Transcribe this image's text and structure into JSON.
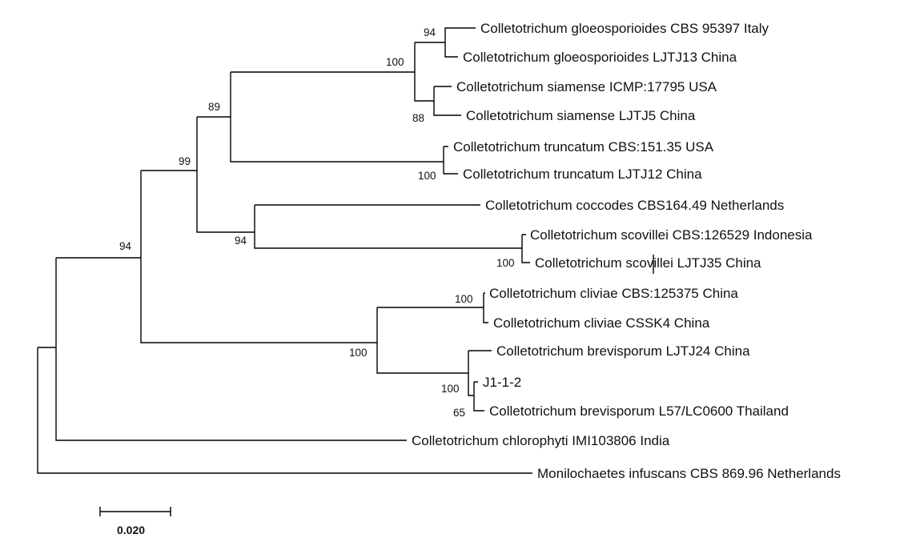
{
  "tree": {
    "taxa": {
      "gloeo_italy": "Colletotrichum gloeosporioides CBS 95397 Italy",
      "gloeo_china": "Colletotrichum gloeosporioides LJTJ13 China",
      "siam_usa": "Colletotrichum siamense ICMP:17795 USA",
      "siam_china": "Colletotrichum siamense LJTJ5 China",
      "trunc_usa": "Colletotrichum truncatum CBS:151.35 USA",
      "trunc_china": "Colletotrichum truncatum LJTJ12 China",
      "coccodes": "Colletotrichum coccodes CBS164.49 Netherlands",
      "scov_indo": "Colletotrichum scovillei CBS:126529 Indonesia",
      "scov_china": "Colletotrichum scovillei LJTJ35 China",
      "cliv_cbs": "Colletotrichum cliviae CBS:125375 China",
      "cliv_cssk": "Colletotrichum cliviae CSSK4 China",
      "brev_china": "Colletotrichum brevisporum LJTJ24 China",
      "j112": "J1-1-2",
      "brev_thai": "Colletotrichum brevisporum L57/LC0600 Thailand",
      "chloro": "Colletotrichum chlorophyti IMI103806 India",
      "outgroup": "Monilochaetes infuscans CBS 869.96 Netherlands"
    },
    "support": {
      "gloeo": "94",
      "gloeo_siam": "100",
      "siam": "88",
      "gst": "89",
      "trunc": "100",
      "big": "99",
      "cocc_scov": "94",
      "scov": "100",
      "ingroup": "94",
      "cliv": "100",
      "cliv_brev": "100",
      "brev_j": "100",
      "j_thai": "65"
    },
    "scale_bar": {
      "label": "0.020"
    }
  }
}
